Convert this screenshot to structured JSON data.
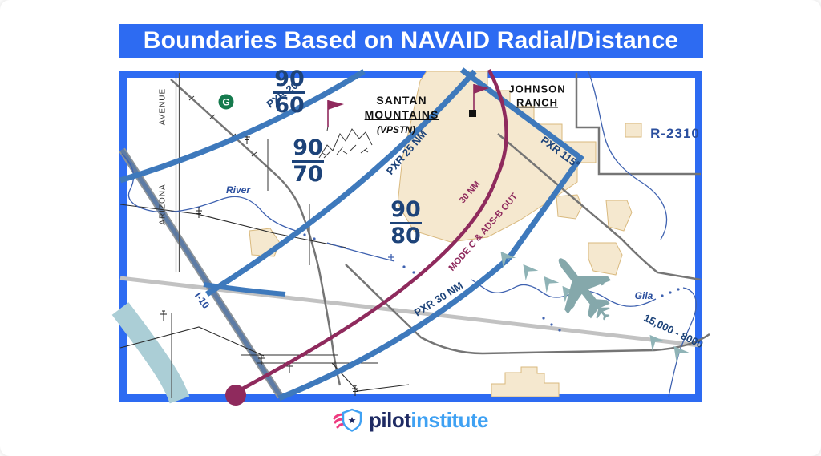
{
  "title": "Boundaries Based on NAVAID Radial/Distance",
  "map": {
    "class_b_sectors": [
      {
        "ceiling": "90",
        "floor": "60"
      },
      {
        "ceiling": "90",
        "floor": "70"
      },
      {
        "ceiling": "90",
        "floor": "80"
      }
    ],
    "boundaries": {
      "pxr20": "PXR 20",
      "pxr25": "PXR 25 NM",
      "pxr30": "PXR 30 NM",
      "pxr115": "PXR 115°"
    },
    "mode_c_veil": {
      "distance": "30 NM",
      "label": "MODE C & ADS-B OUT"
    },
    "checkpoints": {
      "santan_line1": "SANTAN",
      "santan_line2": "MOUNTAINS",
      "santan_code": "(VPSTN)",
      "johnson_line1": "JOHNSON",
      "johnson_line2": "RANCH"
    },
    "restricted_area": "R-2310",
    "gliderport": "G",
    "geo_labels": {
      "river": "River",
      "gila": "Gila",
      "arizona": "ARIZONA",
      "avenue": "AVENUE",
      "i10": "I-10"
    },
    "altitude_note": "15,000 - 8000",
    "colors": {
      "frame_blue": "#2d6bf2",
      "class_b_blue": "#3e79bc",
      "mode_c_maroon": "#8f2a5d",
      "label_navy": "#1d4379",
      "urban_tan": "#f5e8cf",
      "water_teal": "#abced6",
      "aircraft_teal": "#85a8ab"
    }
  },
  "footer": {
    "brand_part1": "pilot",
    "brand_part2": "institute"
  }
}
